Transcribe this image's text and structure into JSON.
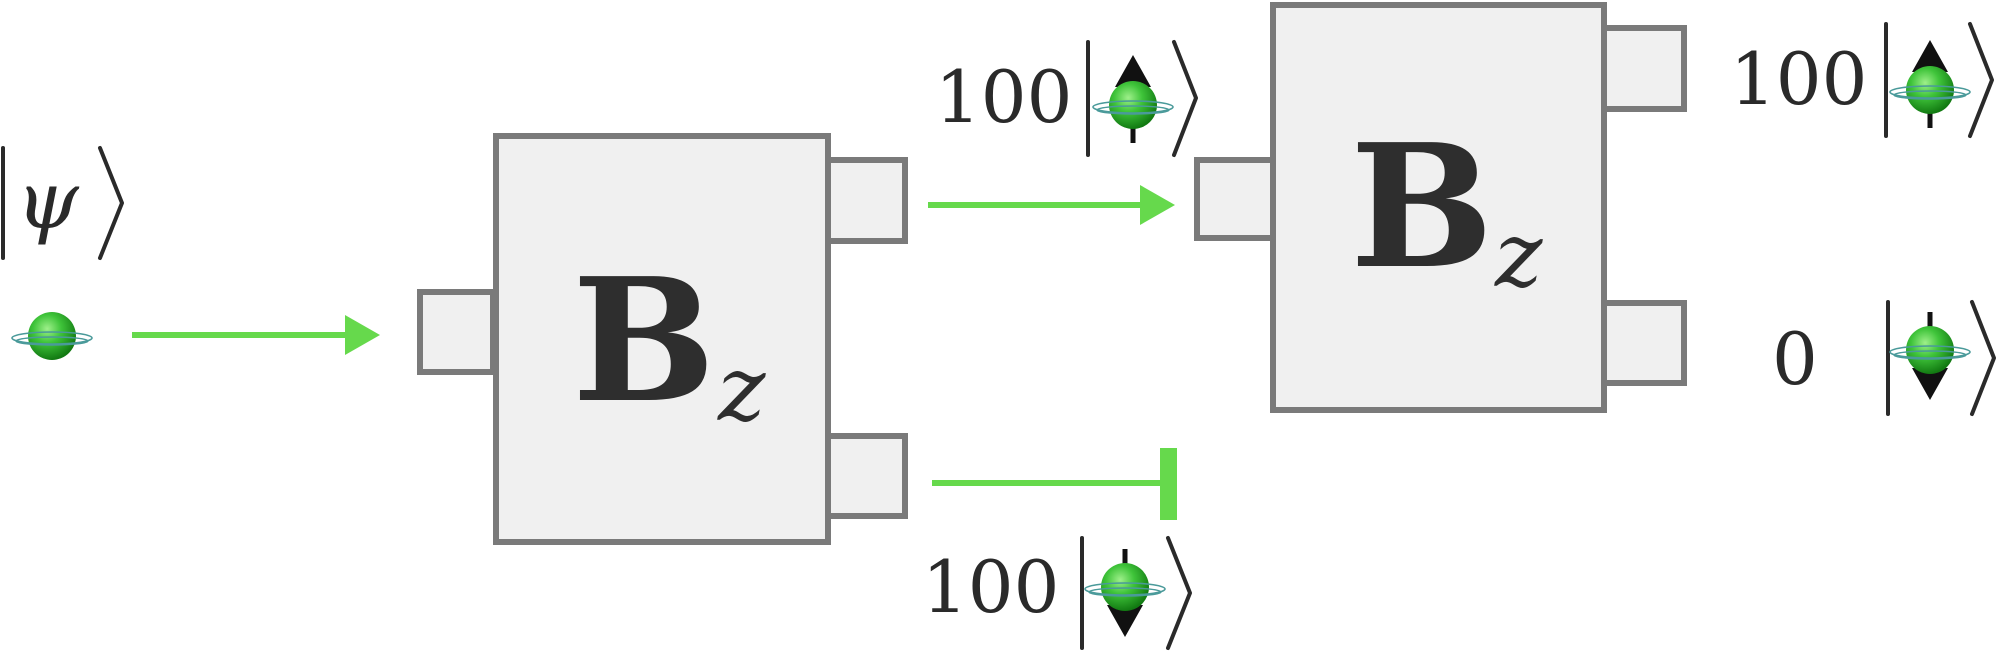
{
  "initial_state": {
    "label": "ψ"
  },
  "magnets": [
    {
      "field_label": "B",
      "field_subscript": "z"
    },
    {
      "field_label": "B",
      "field_subscript": "z"
    }
  ],
  "outputs": {
    "first_up": {
      "count": "100",
      "spin": "up"
    },
    "first_down": {
      "count": "100",
      "spin": "down"
    },
    "second_up": {
      "count": "100",
      "spin": "up"
    },
    "second_down": {
      "count": "0",
      "spin": "down"
    }
  },
  "colors": {
    "beam": "#66d94c",
    "magnet_fill": "#f0f0f0",
    "magnet_stroke": "#7a7a7a",
    "particle": "#2aa52a"
  }
}
